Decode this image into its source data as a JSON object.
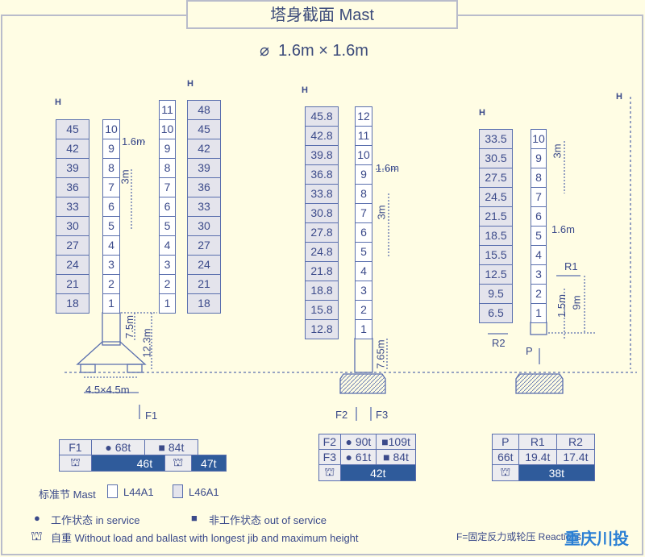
{
  "title": "塔身截面 Mast",
  "section_size": "1.6m × 1.6m",
  "section_symbol": "⌀",
  "h_label": "H",
  "colors": {
    "line": "#5a6fae",
    "dark_fill": "#2f5b9b",
    "cell_fill": "#e4e4ec",
    "background": "#fffde4"
  },
  "left": {
    "heights_a": [
      "45",
      "42",
      "39",
      "36",
      "33",
      "30",
      "27",
      "24",
      "21",
      "18"
    ],
    "sections_a": [
      "10",
      "9",
      "8",
      "7",
      "6",
      "5",
      "4",
      "3",
      "2",
      "1"
    ],
    "sections_b": [
      "11",
      "10",
      "9",
      "8",
      "7",
      "6",
      "5",
      "4",
      "3",
      "2",
      "1"
    ],
    "heights_b": [
      "48",
      "45",
      "42",
      "39",
      "36",
      "33",
      "30",
      "27",
      "24",
      "21",
      "18"
    ],
    "dim_width": "1.6m",
    "dim_section": "3m",
    "dim_base1": "7.5m",
    "dim_base2": "12.3m",
    "dim_footing": "4.5×4.5m",
    "force": "F1"
  },
  "middle": {
    "heights": [
      "45.8",
      "42.8",
      "39.8",
      "36.8",
      "33.8",
      "30.8",
      "27.8",
      "24.8",
      "21.8",
      "18.8",
      "15.8",
      "12.8"
    ],
    "sections": [
      "12",
      "11",
      "10",
      "9",
      "8",
      "7",
      "6",
      "5",
      "4",
      "3",
      "2",
      "1"
    ],
    "dim_width": "1.6m",
    "dim_section": "3m",
    "dim_base": "7.65m",
    "force_a": "F2",
    "force_b": "F3"
  },
  "right": {
    "heights": [
      "33.5",
      "30.5",
      "27.5",
      "24.5",
      "21.5",
      "18.5",
      "15.5",
      "12.5",
      "9.5",
      "6.5"
    ],
    "sections": [
      "10",
      "9",
      "8",
      "7",
      "6",
      "5",
      "4",
      "3",
      "2",
      "1"
    ],
    "dim_section": "3m",
    "dim_width": "1.6m",
    "dim_r": "9m",
    "dim_bottom": "1.5m",
    "r1": "R1",
    "r2": "R2",
    "p": "P"
  },
  "tables": {
    "left": {
      "label": "F1",
      "in_service": "● 68t",
      "out_service": "■ 84t",
      "self_weight": "46t",
      "self_weight_b": "47t"
    },
    "middle": {
      "row1": [
        "F2",
        "● 90t",
        "■109t"
      ],
      "row2": [
        "F3",
        "● 61t",
        "■ 84t"
      ],
      "self_weight": "42t"
    },
    "right": {
      "header": [
        "P",
        "R1",
        "R2"
      ],
      "values": [
        "66t",
        "19.4t",
        "17.4t"
      ],
      "self_weight": "38t"
    }
  },
  "legend": {
    "mast_label": "标准节 Mast",
    "mast_a": "L44A1",
    "mast_b": "L46A1",
    "in_service": "工作状态  in service",
    "out_service": "非工作状态  out of service",
    "self_weight": "自重  Without load and ballast with longest jib and maximum height",
    "reaction_note": "F=固定反力或轮压  Reactions",
    "watermark": "重庆川投"
  }
}
